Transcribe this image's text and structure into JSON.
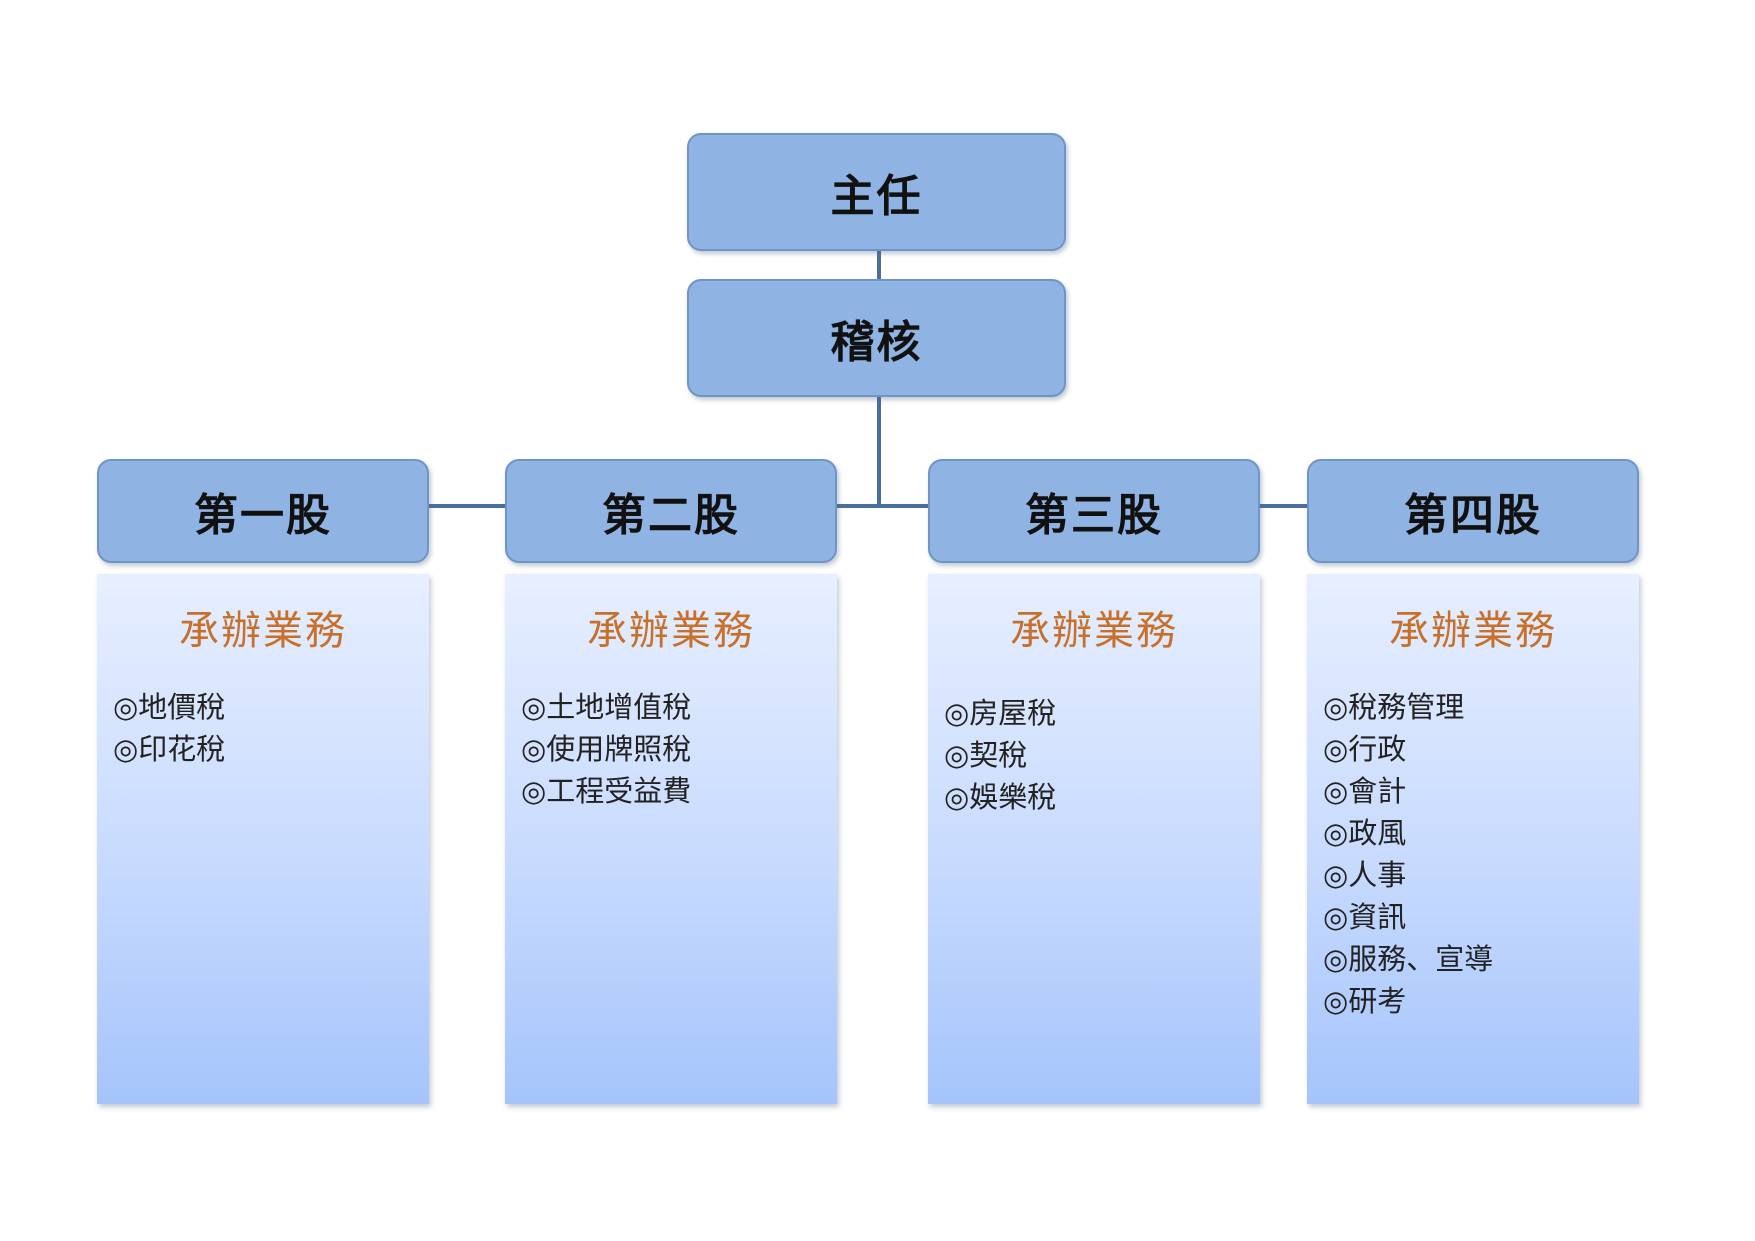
{
  "org_chart": {
    "director": {
      "label": "主任"
    },
    "auditor": {
      "label": "稽核"
    },
    "sections": [
      {
        "name": "第一股",
        "duties_title": "承辦業務",
        "duties": [
          "◎地價稅",
          "◎印花稅"
        ]
      },
      {
        "name": "第二股",
        "duties_title": "承辦業務",
        "duties": [
          "◎土地增值稅",
          "◎使用牌照稅",
          "◎工程受益費"
        ]
      },
      {
        "name": "第三股",
        "duties_title": "承辦業務",
        "duties": [
          "◎房屋稅",
          "◎契稅",
          "◎娛樂稅"
        ]
      },
      {
        "name": "第四股",
        "duties_title": "承辦業務",
        "duties": [
          "◎稅務管理",
          "◎行政",
          "◎會計",
          "◎政風",
          "◎人事",
          "◎資訊",
          "◎服務、宣導",
          "◎研考"
        ]
      }
    ]
  },
  "colors": {
    "box_fill": "#8fb3e2",
    "box_border": "#6f95c6",
    "connector": "#4a6f9c",
    "duties_title": "#c8702a",
    "panel_top": "#e7efff",
    "panel_bottom": "#a5c4fb"
  }
}
